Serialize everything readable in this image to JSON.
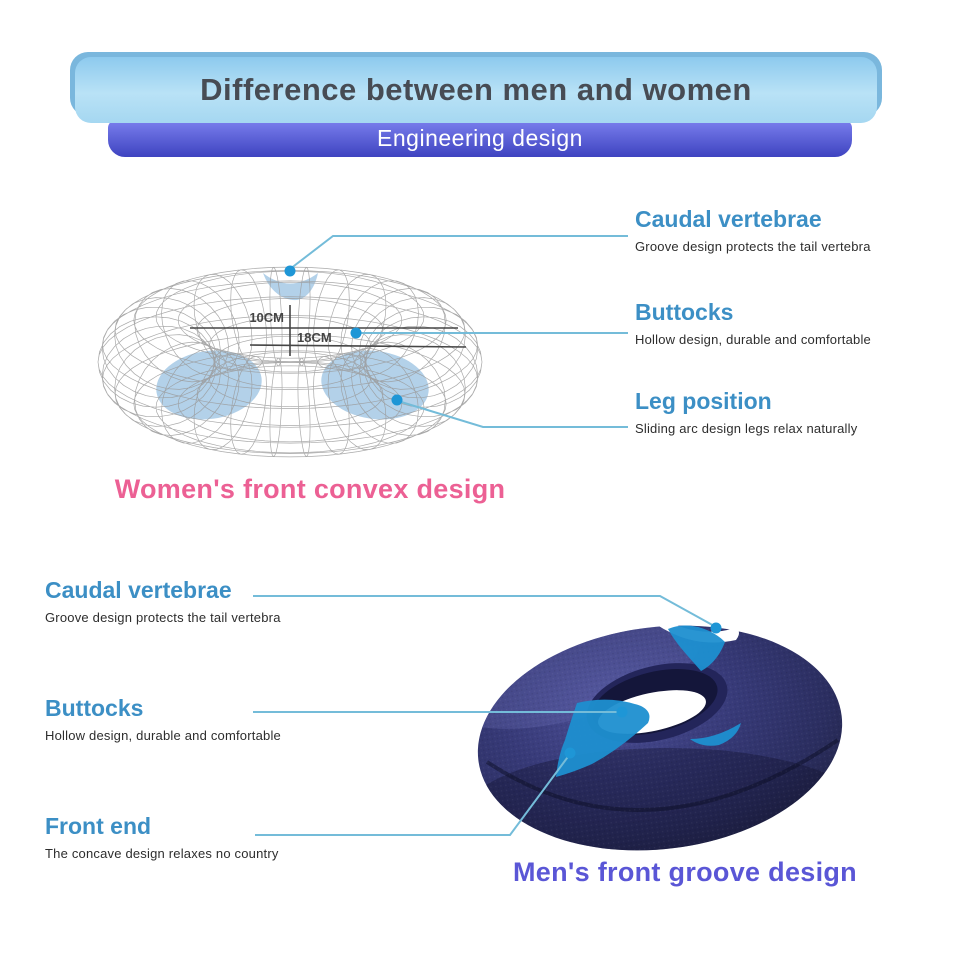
{
  "banner": {
    "title": "Difference between men and women",
    "subtitle": "Engineering design"
  },
  "women_diagram": {
    "caption": "Women's front convex design",
    "measurements": {
      "width": "10CM",
      "depth": "18CM"
    },
    "labels": [
      {
        "title": "Caudal vertebrae",
        "desc": "Groove design protects the tail vertebra"
      },
      {
        "title": "Buttocks",
        "desc": "Hollow design, durable and comfortable"
      },
      {
        "title": "Leg position",
        "desc": "Sliding arc design legs relax naturally"
      }
    ]
  },
  "men_diagram": {
    "caption": "Men's front groove design",
    "labels": [
      {
        "title": "Caudal vertebrae",
        "desc": "Groove design protects the tail vertebra"
      },
      {
        "title": "Buttocks",
        "desc": "Hollow design, durable and comfortable"
      },
      {
        "title": "Front end",
        "desc": "The concave design relaxes no country"
      }
    ]
  },
  "colors": {
    "heading_blue": "#3c8fc5",
    "desc_dark": "#2d2d2d",
    "pink_caption": "#ec6094",
    "purple_caption": "#5a56d6",
    "leader_line": "#74bcd9",
    "leader_dot": "#1e96d6",
    "wire_gray": "#9a9a9a",
    "soft_patch": "#a9cbe6",
    "cyan_patch": "#1d8fd0",
    "navy_cushion": "#32356e",
    "title_text": "#474c54",
    "banner_light_top": "#8dcaee",
    "banner_light_bottom": "#b9e2f6",
    "subtitle_bar_top": "#7b80ee",
    "subtitle_bar_bottom": "#3e43c0",
    "dimension_dark": "#454545"
  }
}
